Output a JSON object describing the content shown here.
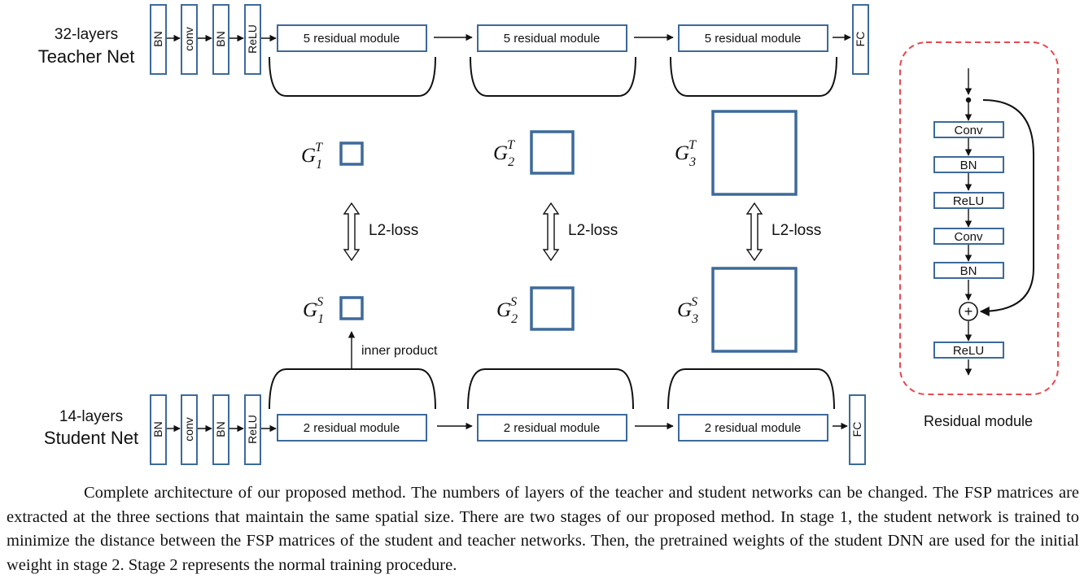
{
  "teacher": {
    "layers_label": "32-layers",
    "net_label": "Teacher Net",
    "stem": [
      "BN",
      "conv",
      "BN",
      "ReLU"
    ],
    "stages": [
      "5 residual module",
      "5 residual module",
      "5 residual module"
    ],
    "fc": "FC"
  },
  "student": {
    "layers_label": "14-layers",
    "net_label": "Student Net",
    "stem": [
      "BN",
      "conv",
      "BN",
      "ReLU"
    ],
    "stages": [
      "2 residual module",
      "2 residual module",
      "2 residual module"
    ],
    "fc": "FC"
  },
  "fsp": {
    "teacher": [
      {
        "base": "G",
        "sub": "1",
        "sup": "T"
      },
      {
        "base": "G",
        "sub": "2",
        "sup": "T"
      },
      {
        "base": "G",
        "sub": "3",
        "sup": "T"
      }
    ],
    "student": [
      {
        "base": "G",
        "sub": "1",
        "sup": "S"
      },
      {
        "base": "G",
        "sub": "2",
        "sup": "S"
      },
      {
        "base": "G",
        "sub": "3",
        "sup": "S"
      }
    ],
    "loss_label": "L2-loss",
    "inner_product_label": "inner product"
  },
  "residual_module": {
    "title": "Residual module",
    "layers": [
      "Conv",
      "BN",
      "ReLU",
      "Conv",
      "BN"
    ],
    "sum_symbol": "+",
    "final_layer": "ReLU"
  },
  "colors": {
    "box_stroke": "#3d6a9a",
    "module_dash": "#e8474f"
  },
  "caption": "Complete architecture of our proposed method. The numbers of layers of the teacher and student networks can be changed. The FSP matrices are extracted at the three sections that maintain the same spatial size. There are two stages of our proposed method. In stage 1, the student network is trained to minimize the distance between the FSP matrices of the student and teacher networks. Then, the pretrained weights of the student DNN are used for the initial weight in stage 2. Stage 2 represents the normal training procedure."
}
